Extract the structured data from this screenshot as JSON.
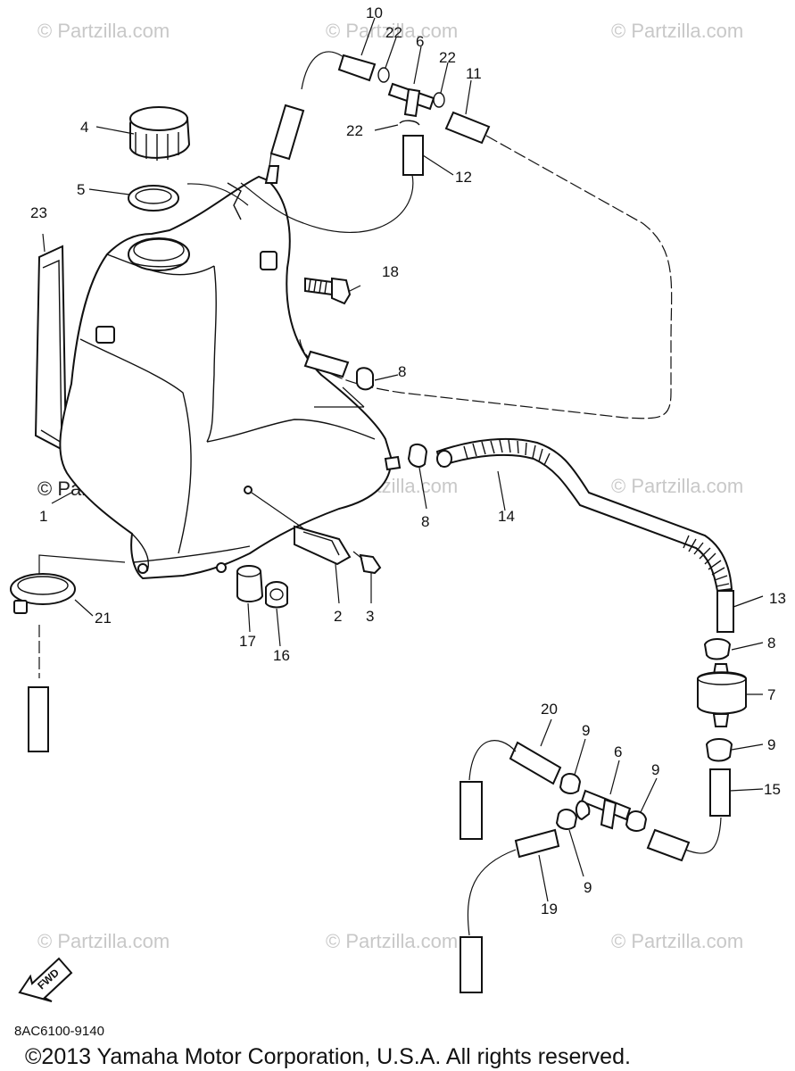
{
  "watermarks": {
    "text": "© Partzilla.com",
    "dark_text": "© Partzilla.com"
  },
  "callouts": {
    "c1": "1",
    "c2": "2",
    "c3": "3",
    "c4": "4",
    "c5": "5",
    "c6a": "6",
    "c6b": "6",
    "c7": "7",
    "c8a": "8",
    "c8b": "8",
    "c8c": "8",
    "c9a": "9",
    "c9b": "9",
    "c9c": "9",
    "c9d": "9",
    "c10": "10",
    "c11": "11",
    "c12": "12",
    "c13": "13",
    "c14": "14",
    "c15": "15",
    "c16": "16",
    "c17": "17",
    "c18": "18",
    "c19": "19",
    "c20": "20",
    "c21": "21",
    "c22a": "22",
    "c22b": "22",
    "c22c": "22",
    "c23": "23"
  },
  "fwd_label": "FWD",
  "diagram_code": "8AC6100-9140",
  "copyright": "©2013  Yamaha Motor Corporation, U.S.A. All rights reserved."
}
